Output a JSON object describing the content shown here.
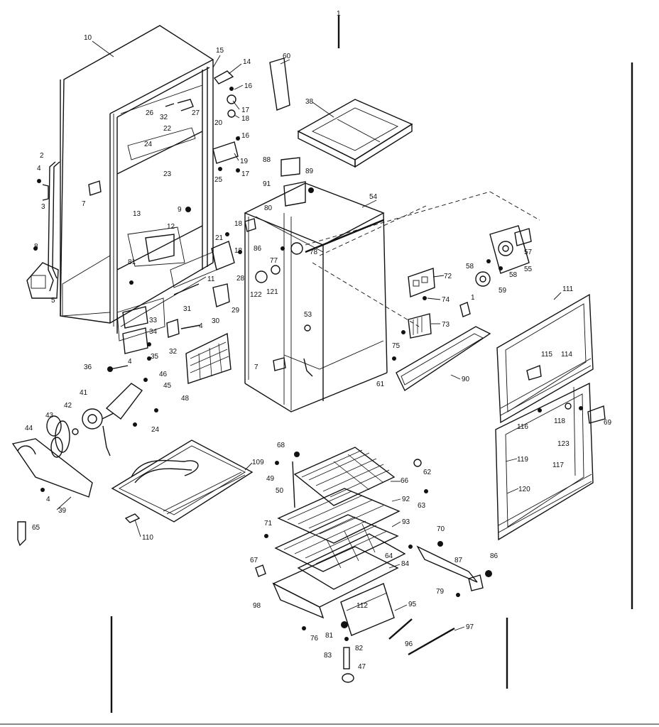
{
  "labels": {
    "cabinet": "10",
    "top_15": "15",
    "top_14": "14",
    "top_16a": "16",
    "top_17a": "17",
    "top_18a": "18",
    "top_20": "20",
    "top_16b": "16",
    "top_19": "19",
    "top_17b": "17",
    "top_25": "25",
    "top_26": "26",
    "top_32": "32",
    "top_27": "27",
    "top_22": "22",
    "top_24": "24",
    "top_23": "23",
    "left_2": "2",
    "left_4": "4",
    "left_3": "3",
    "left_7": "7",
    "left_8": "8",
    "left_5": "5",
    "mid_9": "9",
    "mid_13": "13",
    "mid_12": "12",
    "mid_81": "81",
    "mid_21": "21",
    "mid_18": "18",
    "mid_11": "11",
    "mid_28": "28",
    "mid_31": "31",
    "mid_33": "33",
    "mid_34": "34",
    "mid_35": "35",
    "mid_4": "4",
    "mid_32": "32",
    "mid_29": "29",
    "mid_30": "30",
    "mid_36": "36",
    "mid_4b": "4",
    "mid_46": "46",
    "mid_45": "45",
    "mid_48": "48",
    "fan_41": "41",
    "fan_42": "42",
    "fan_43": "43",
    "fan_44": "44",
    "fan_24": "24",
    "fan_4": "4",
    "fan_39": "39",
    "fan_65": "65",
    "pan_109": "109",
    "pan_110": "110",
    "top_60": "60",
    "top_38": "38",
    "lin_88": "88",
    "lin_89": "89",
    "lin_91": "91",
    "lin_80": "80",
    "lin_18": "18",
    "lin_54": "54",
    "lin_86": "86",
    "lin_78": "78",
    "lin_77": "77",
    "lin_122": "122",
    "lin_121": "121",
    "lin_53": "53",
    "lin_7": "7",
    "lin_75": "75",
    "lin_61": "61",
    "ctl_72": "72",
    "ctl_74": "74",
    "ctl_73": "73",
    "ctl_90": "90",
    "ctl_1": "1",
    "thermo_57": "57",
    "thermo_58a": "58",
    "thermo_55": "55",
    "thermo_58b": "58",
    "thermo_59": "59",
    "door_111": "111",
    "door_115": "115",
    "door_114": "114",
    "door_118": "118",
    "door_116": "116",
    "door_123": "123",
    "door_69": "69",
    "door_117": "117",
    "door_119": "119",
    "door_120": "120",
    "shelf_68": "68",
    "shelf_49": "49",
    "shelf_50": "50",
    "shelf_66": "66",
    "shelf_62": "62",
    "shelf_63": "63",
    "shelf_92": "92",
    "shelf_71": "71",
    "shelf_93": "93",
    "shelf_64": "64",
    "shelf_70": "70",
    "shelf_87": "87",
    "shelf_86": "86",
    "shelf_67": "67",
    "shelf_84": "84",
    "shelf_79": "79",
    "shelf_98": "98",
    "shelf_112": "112",
    "shelf_95": "95",
    "shelf_76": "76",
    "shelf_81": "81",
    "shelf_82": "82",
    "shelf_96": "96",
    "shelf_97": "97",
    "shelf_83": "83",
    "shelf_47": "47",
    "top_1": "1"
  }
}
